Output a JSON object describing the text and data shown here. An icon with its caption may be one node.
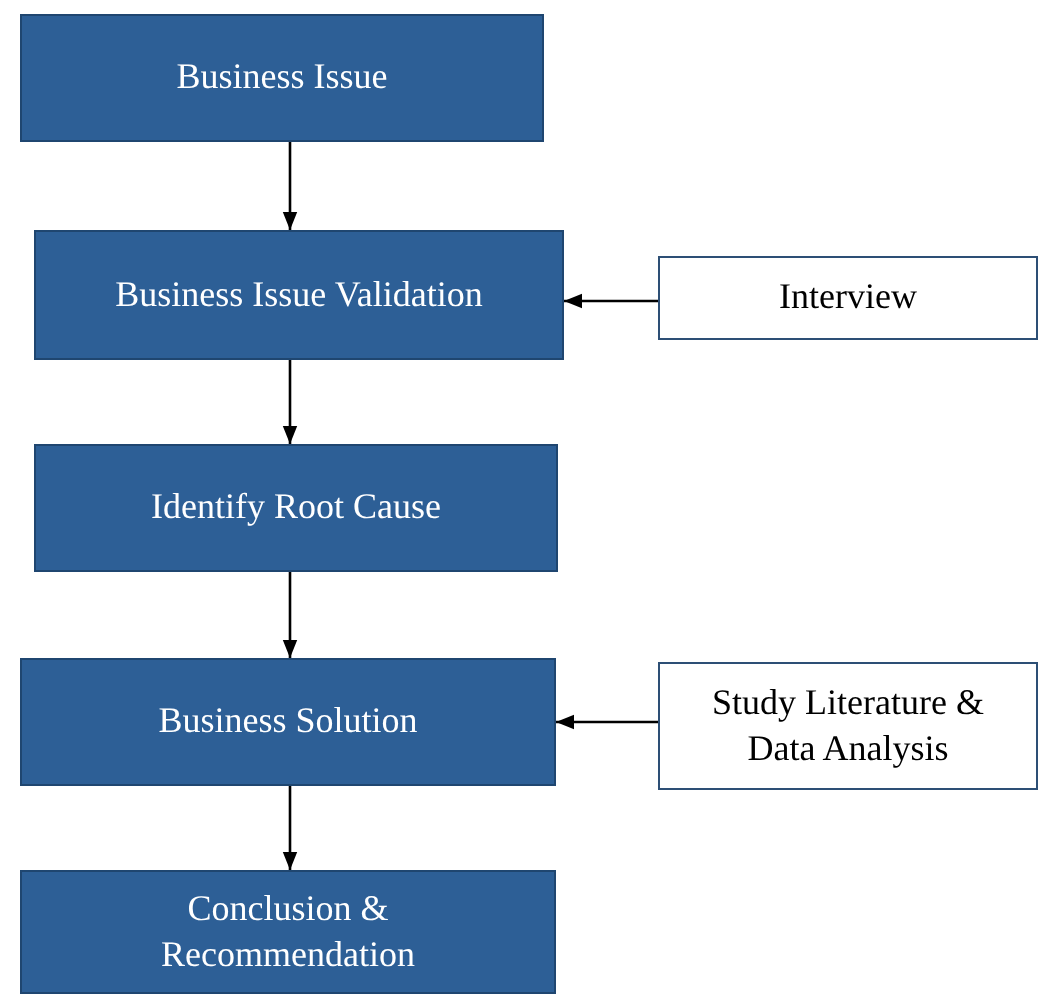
{
  "diagram": {
    "nodes": [
      {
        "text": [
          "Business Issue"
        ]
      },
      {
        "text": [
          "Business Issue Validation"
        ]
      },
      {
        "text": [
          "Interview"
        ]
      },
      {
        "text": [
          "Identify Root Cause"
        ]
      },
      {
        "text": [
          "Business Solution"
        ]
      },
      {
        "text": [
          "Study Literature & Data Analysis"
        ]
      },
      {
        "text": [
          "Conclusion & Recommendation"
        ]
      }
    ],
    "edges": [
      {
        "from": 0,
        "to": 1,
        "arrow": "to"
      },
      {
        "from": 2,
        "to": 1,
        "arrow": "to"
      },
      {
        "from": 1,
        "to": 3,
        "arrow": "to"
      },
      {
        "from": 3,
        "to": 4,
        "arrow": "to"
      },
      {
        "from": 5,
        "to": 4,
        "arrow": "to"
      },
      {
        "from": 4,
        "to": 6,
        "arrow": "to"
      }
    ]
  }
}
